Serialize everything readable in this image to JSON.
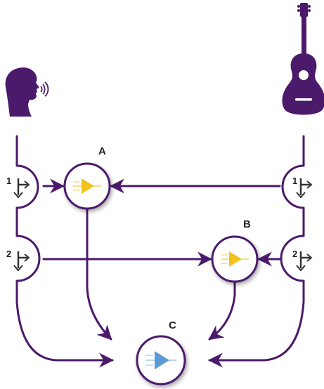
{
  "diagram": {
    "nodes": [
      {
        "id": "A",
        "label": "A",
        "kind": "insert-amplifier",
        "amp_color": "#f2c21b"
      },
      {
        "id": "B",
        "label": "B",
        "kind": "insert-amplifier",
        "amp_color": "#f2c21b"
      },
      {
        "id": "C",
        "label": "C",
        "kind": "output-amplifier",
        "amp_color": "#5b9bd5"
      }
    ],
    "sources": [
      {
        "id": "voice",
        "icon": "singer-head-icon"
      },
      {
        "id": "guitar",
        "icon": "acoustic-guitar-icon"
      }
    ],
    "sends": {
      "left": [
        {
          "number": "1"
        },
        {
          "number": "2"
        }
      ],
      "right": [
        {
          "number": "1"
        },
        {
          "number": "2"
        }
      ]
    },
    "colors": {
      "line": "#4b1a6b",
      "icon": "#4b1a6b",
      "node_fill": "#ffffff",
      "node_stroke": "#4b1a6b"
    }
  }
}
